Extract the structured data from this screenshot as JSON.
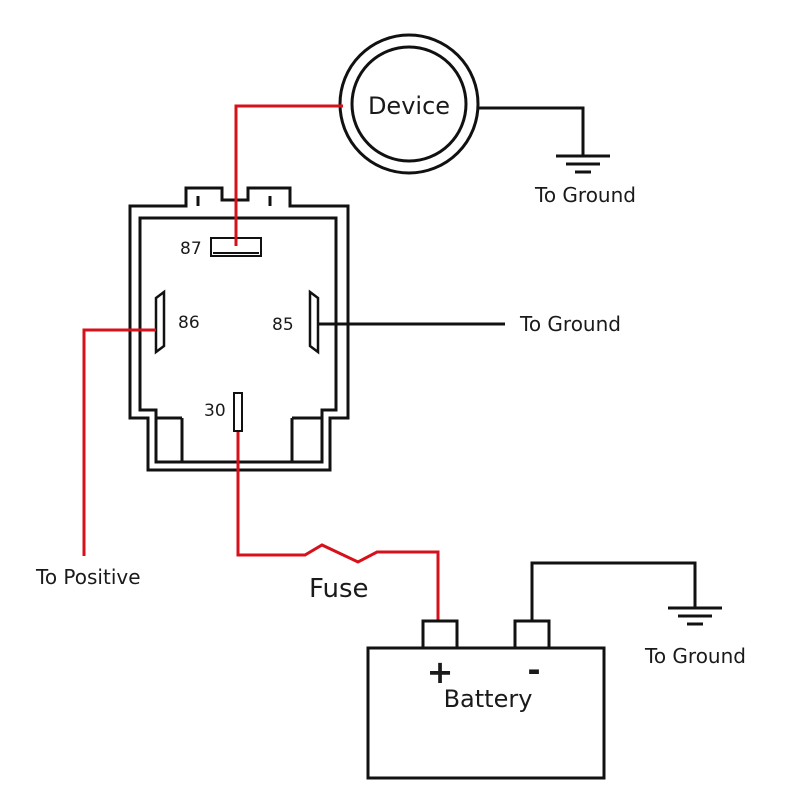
{
  "device": {
    "label": "Device"
  },
  "relay": {
    "pins": {
      "p87": "87",
      "p86": "86",
      "p85": "85",
      "p30": "30"
    }
  },
  "grounds": {
    "device_ground": "To Ground",
    "pin85_ground": "To Ground",
    "battery_ground": "To Ground"
  },
  "to_positive": "To Positive",
  "fuse": {
    "label": "Fuse"
  },
  "battery": {
    "label": "Battery",
    "plus": "+",
    "minus": "-"
  },
  "colors": {
    "positive_wire": "#d6111b",
    "ground_wire": "#111111"
  }
}
